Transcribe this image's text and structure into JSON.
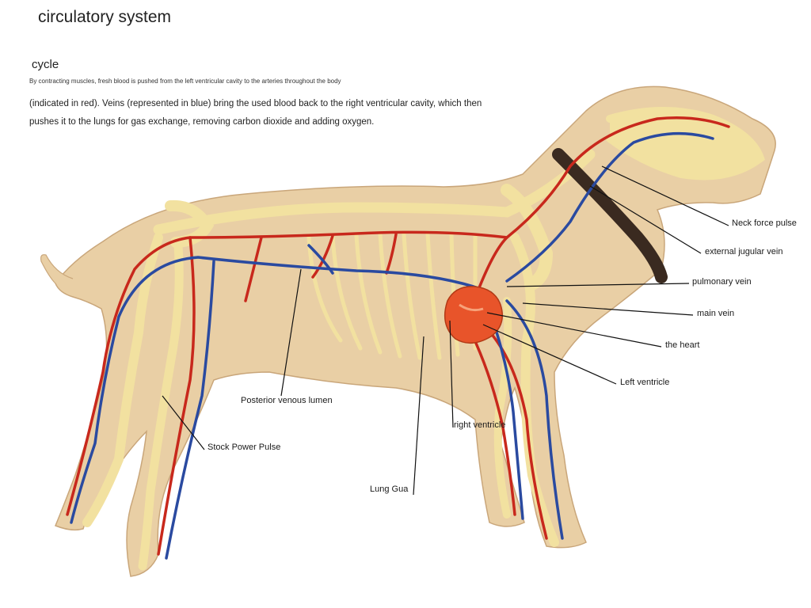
{
  "header": {
    "title": "circulatory system",
    "subtitle": "cycle",
    "intro_small": "By contracting muscles, fresh blood is pushed from the left ventricular cavity to the arteries throughout the body",
    "intro_line1": "(indicated in red). Veins (represented in blue) bring the used blood back to the right ventricular cavity, which then",
    "intro_line2": "pushes it to the lungs for gas exchange, removing carbon dioxide and adding oxygen."
  },
  "colors": {
    "artery": "#c8281c",
    "vein": "#2a4aa0",
    "bone": "#f2e1a0",
    "fur": "#e9cfa5",
    "heart": "#e8542a",
    "leader_line": "#111111"
  },
  "labels": {
    "neck_force_pulse": "Neck force pulse",
    "external_jugular_vein": "external jugular vein",
    "pulmonary_vein": "pulmonary vein",
    "main_vein": "main vein",
    "the_heart": "the heart",
    "left_ventricle": "Left ventricle",
    "right_ventricle": "right ventricle",
    "posterior_venous_lumen": "Posterior venous lumen",
    "stock_power_pulse": "Stock Power Pulse",
    "lung_gua": "Lung Gua"
  }
}
